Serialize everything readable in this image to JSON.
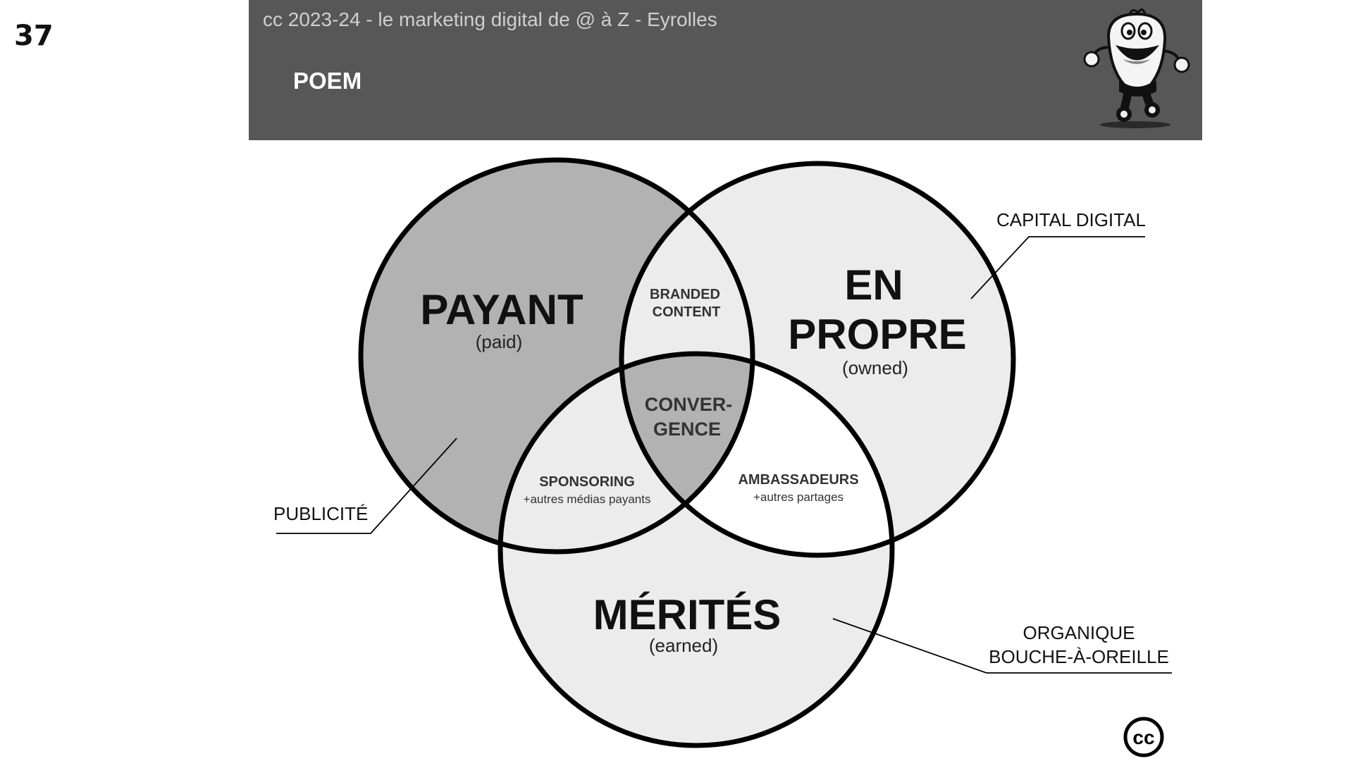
{
  "slide": {
    "number": "37"
  },
  "header": {
    "title": "cc 2023-24  - le marketing digital de @ à Z - Eyrolles",
    "subtitle": "POEM",
    "background_color": "#585758"
  },
  "diagram": {
    "circles": {
      "paid": {
        "title": "PAYANT",
        "subtitle": "(paid)",
        "fill": "#b3b2b3"
      },
      "owned": {
        "title_line1": "EN",
        "title_line2": "PROPRE",
        "subtitle": "(owned)",
        "fill": "#ececec"
      },
      "earned": {
        "title": "MÉRITÉS",
        "subtitle": "(earned)",
        "fill": "#ececec"
      }
    },
    "intersections": {
      "paid_owned": {
        "line1": "BRANDED",
        "line2": "CONTENT",
        "fill": "#ececec"
      },
      "paid_earned": {
        "title": "SPONSORING",
        "subtitle": "+autres médias payants",
        "fill": "#ececec"
      },
      "owned_earned": {
        "title": "AMBASSADEURS",
        "subtitle": "+autres partages",
        "fill": "#ffffff"
      },
      "all": {
        "line1": "CONVER-",
        "line2": "GENCE",
        "fill": "#b3b2b3"
      }
    },
    "callouts": {
      "publicite": "PUBLICITÉ",
      "capital_digital": "CAPITAL DIGITAL",
      "organique_line1": "ORGANIQUE",
      "organique_line2": "BOUCHE-À-OREILLE"
    }
  },
  "footer": {
    "cc_logo_text": "cc"
  }
}
